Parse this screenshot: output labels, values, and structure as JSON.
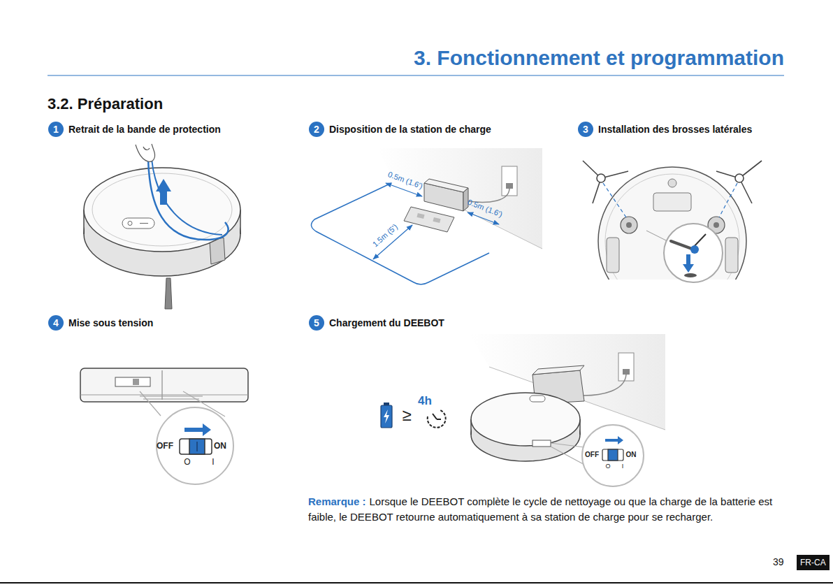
{
  "diagram": {
    "title": "3. Fonctionnement et programmation",
    "nodes": [
      {
        "text": [
          "1",
          "Retrait de la bande de protection"
        ]
      },
      {
        "text": [
          "2",
          "Disposition de la station de charge"
        ]
      },
      {
        "text": [
          "3",
          "Installation des brosses latérales"
        ]
      },
      {
        "text": [
          "4",
          "Mise sous tension"
        ]
      },
      {
        "text": [
          "5",
          "Chargement du DEEBOT"
        ]
      },
      {
        "text": [
          "FR-CA"
        ]
      }
    ],
    "edges": [],
    "labels": [
      "3.2. Préparation",
      "0.5m (1.6')",
      "0.5m (1.6')",
      "1.5m (5')",
      "OFF",
      "ON",
      "O",
      "I",
      "≥",
      "4h",
      "OFF",
      "ON",
      "O",
      "I",
      "Remarque :",
      "Lorsque le DEEBOT complète le cycle de nettoyage ou que la charge de la batterie est faible, le DEEBOT retourne automatiquement à sa station de charge pour se recharger.",
      "39"
    ]
  }
}
